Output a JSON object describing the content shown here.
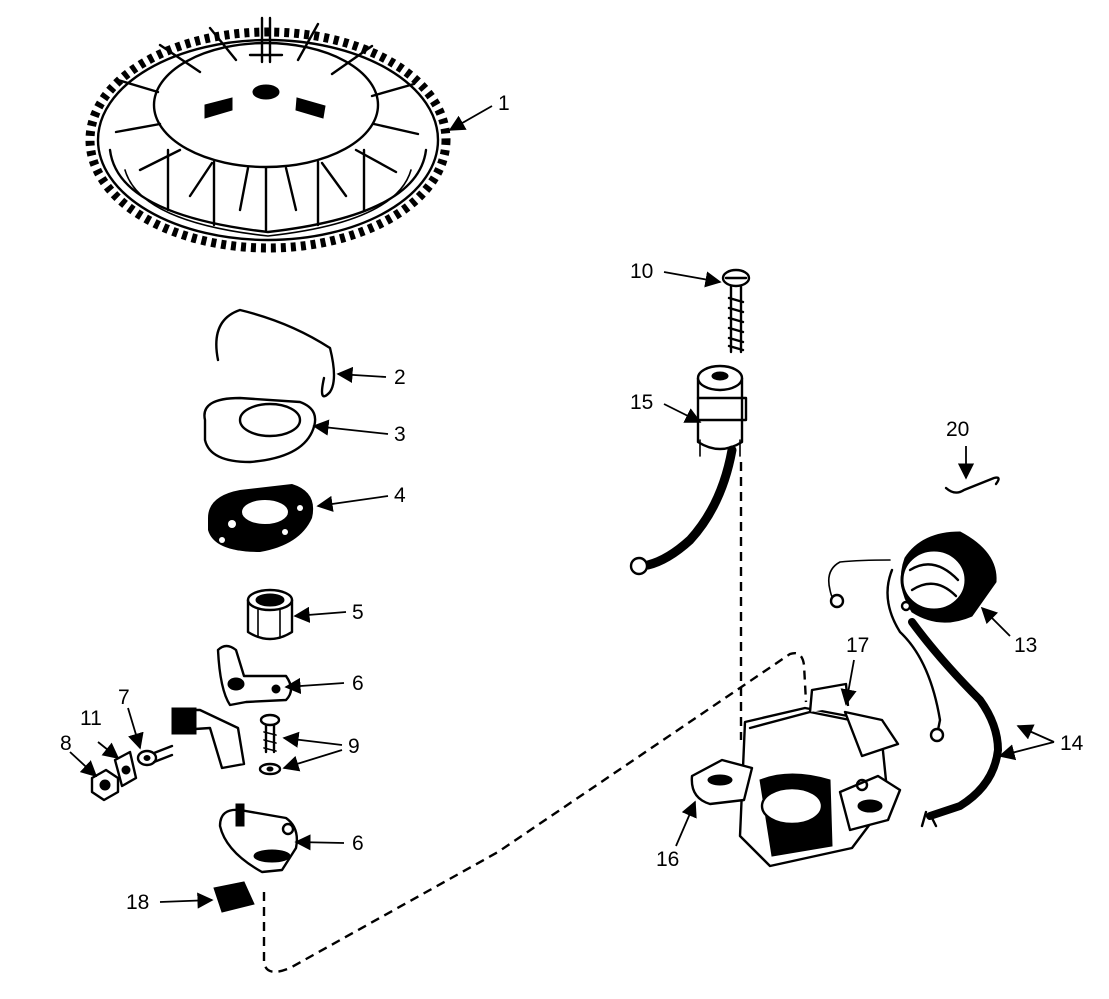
{
  "callouts": {
    "c1": "1",
    "c2": "2",
    "c3": "3",
    "c4": "4",
    "c5": "5",
    "c6a": "6",
    "c6b": "6",
    "c7": "7",
    "c8": "8",
    "c9": "9",
    "c10": "10",
    "c11": "11",
    "c13": "13",
    "c14": "14",
    "c15": "15",
    "c16": "16",
    "c17": "17",
    "c18": "18",
    "c20": "20"
  }
}
